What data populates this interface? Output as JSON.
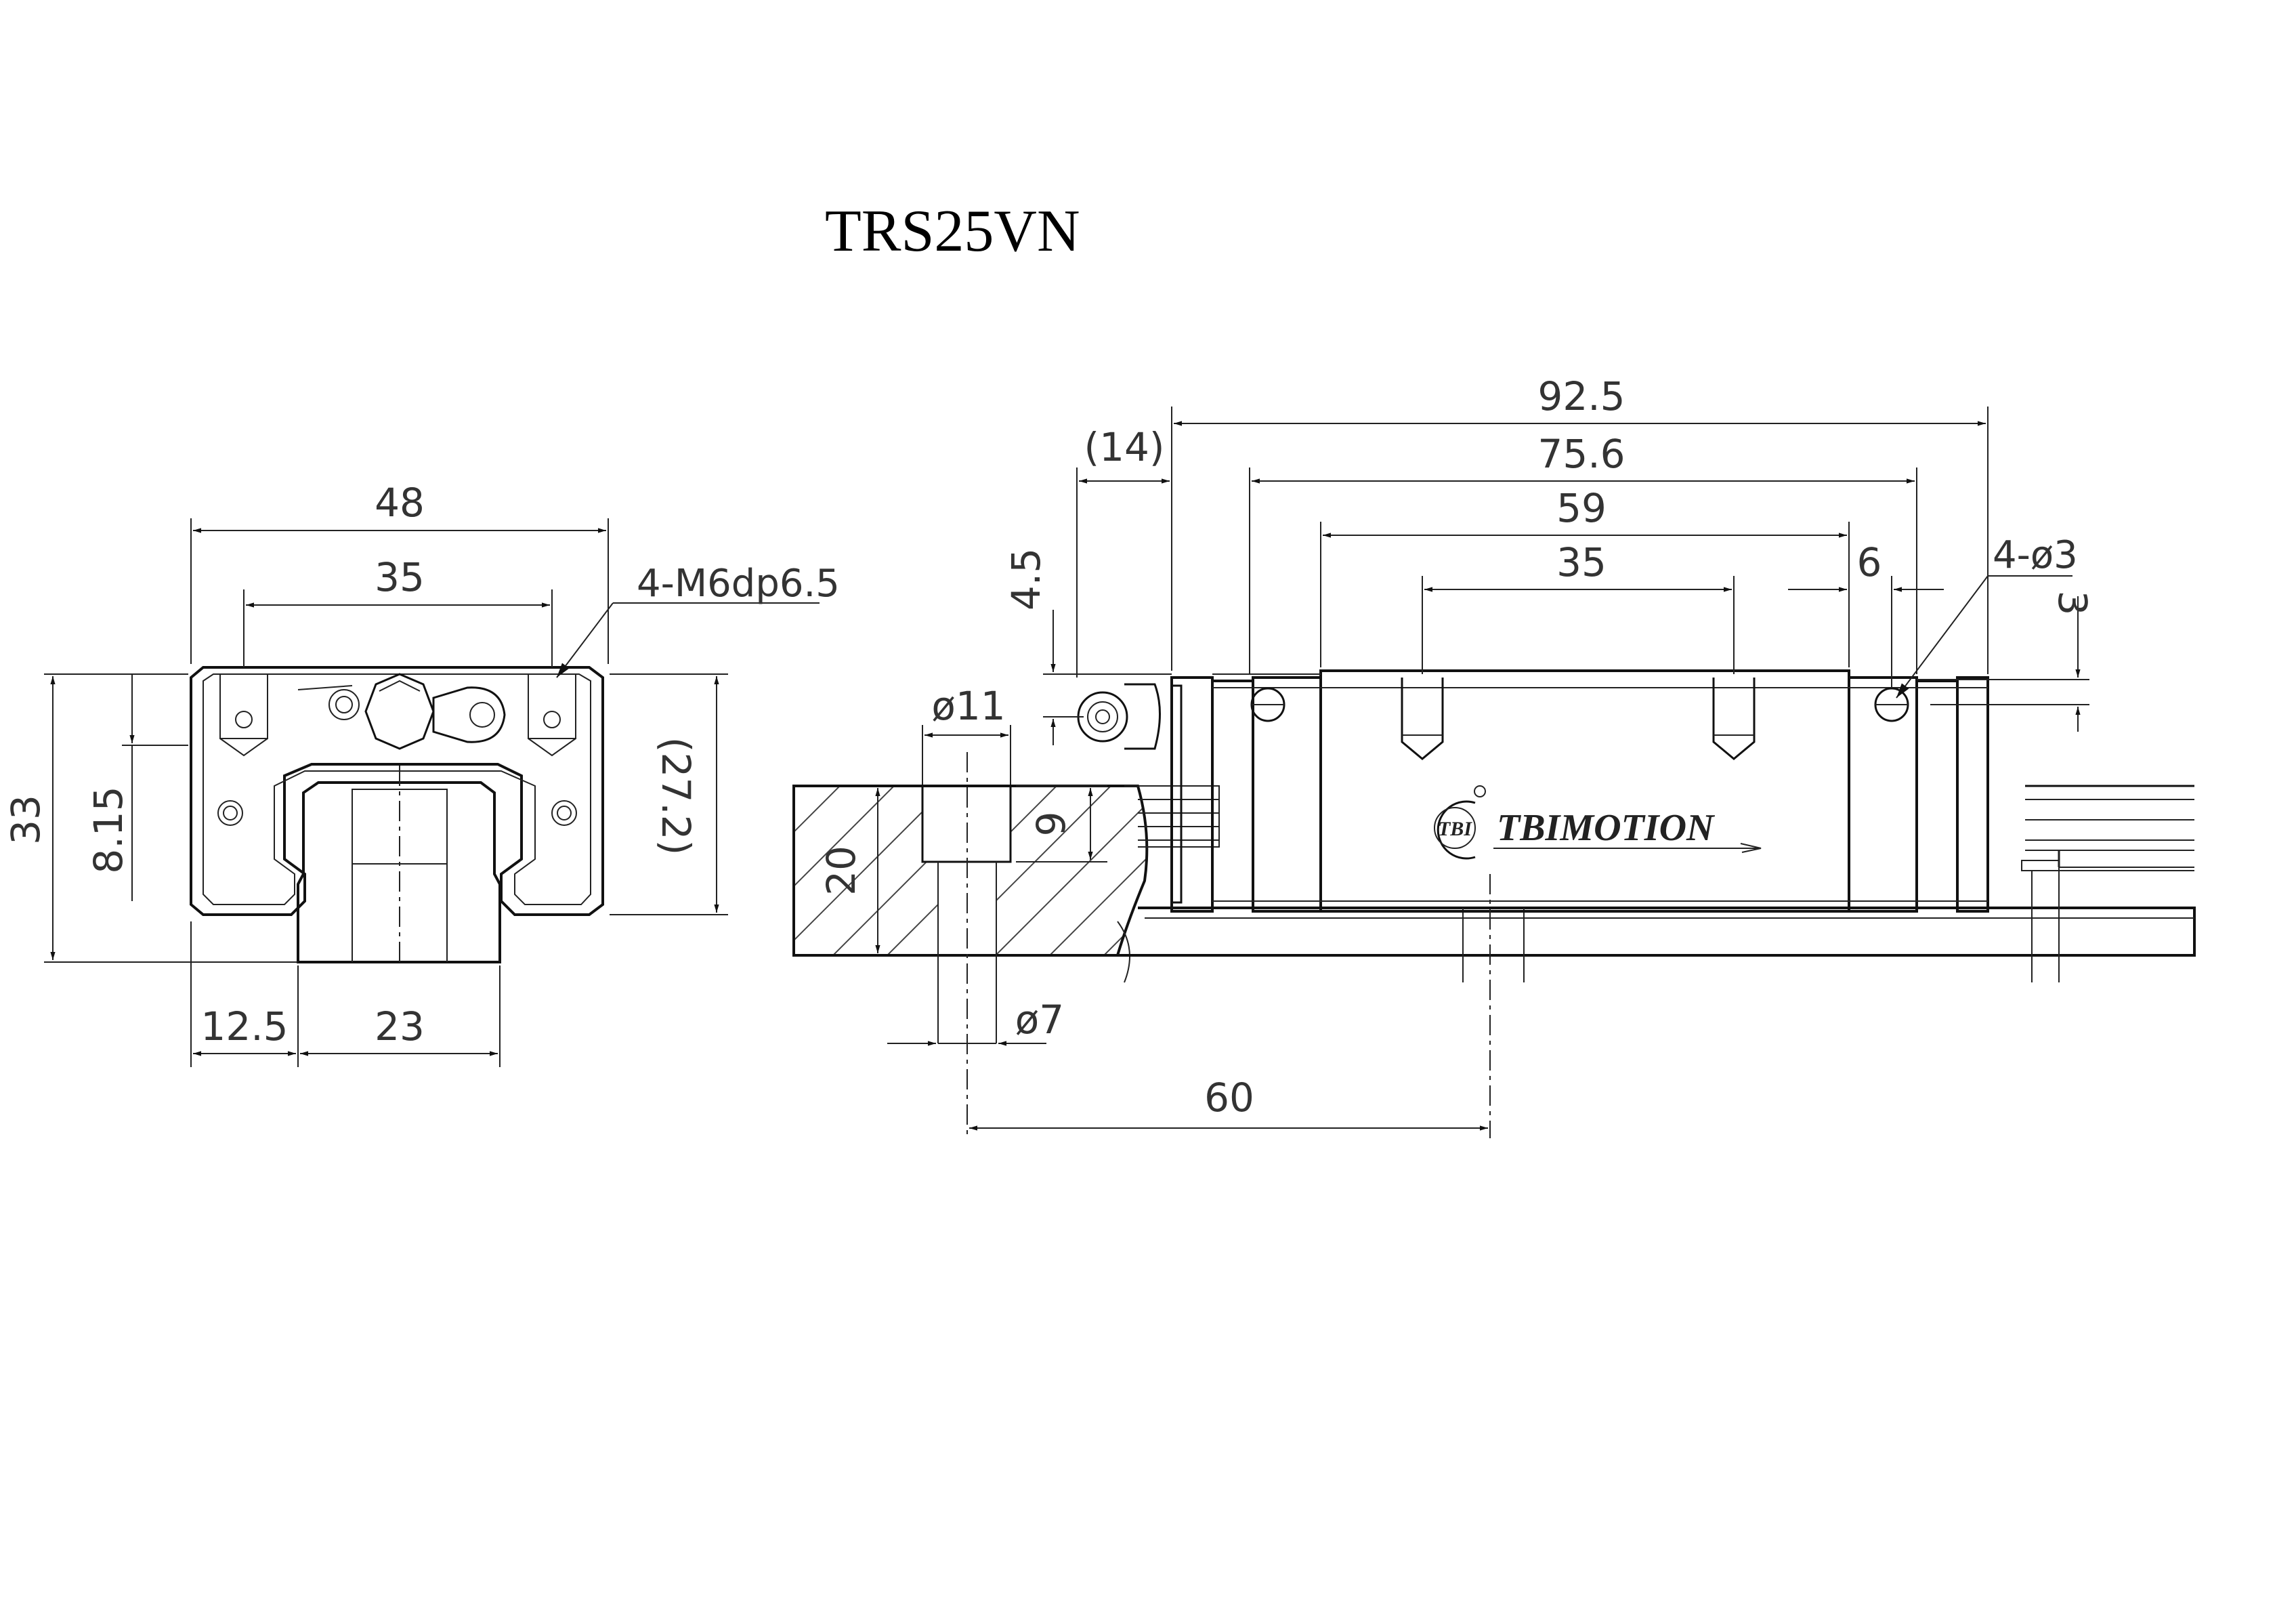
{
  "title": "TRS25VN",
  "front_view": {
    "dim_width": "48",
    "dim_hole_pitch": "35",
    "dim_height": "33",
    "dim_rail_height": "8.15",
    "dim_block_height": "(27.2)",
    "dim_side": "12.5",
    "dim_rail_width": "23",
    "thread_callout": "4-M6dp6.5"
  },
  "side_view": {
    "dim_seal": "(14)",
    "dim_total_length": "92.5",
    "dim_body_length": "75.6",
    "dim_steel_length": "59",
    "dim_hole_pitch": "35",
    "dim_end": "6",
    "dim_grease": "4.5",
    "dim_pin_holes": "4-ø3",
    "dim_pin_depth": "3",
    "dim_counterbore": "ø11",
    "dim_cb_depth": "9",
    "dim_rail_height": "20",
    "dim_through_hole": "ø7",
    "dim_rail_pitch": "60",
    "logo_badge": "TBI",
    "logo_text": "TBIMOTION"
  },
  "colors": {
    "line": "#111111",
    "text": "#333333"
  }
}
